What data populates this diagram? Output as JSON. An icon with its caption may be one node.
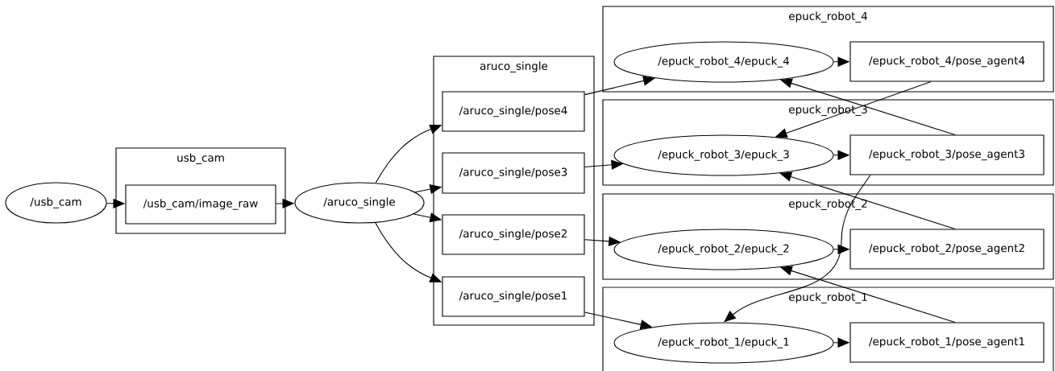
{
  "diagram": {
    "nodes": [
      {
        "text": [
          "/usb_cam"
        ]
      },
      {
        "text": [
          "usb_cam"
        ]
      },
      {
        "text": [
          "/usb_cam/image_raw"
        ],
        "in": 1
      },
      {
        "text": [
          "/aruco_single"
        ]
      },
      {
        "text": [
          "aruco_single"
        ]
      },
      {
        "text": [
          "/aruco_single/pose4"
        ],
        "in": 4
      },
      {
        "text": [
          "/aruco_single/pose3"
        ],
        "in": 4
      },
      {
        "text": [
          "/aruco_single/pose2"
        ],
        "in": 4
      },
      {
        "text": [
          "/aruco_single/pose1"
        ],
        "in": 4
      },
      {
        "text": [
          "epuck_robot_4"
        ]
      },
      {
        "text": [
          "/epuck_robot_4/epuck_4"
        ],
        "in": 9
      },
      {
        "text": [
          "/epuck_robot_4/pose_agent4"
        ],
        "in": 9
      },
      {
        "text": [
          "epuck_robot_3"
        ]
      },
      {
        "text": [
          "/epuck_robot_3/epuck_3"
        ],
        "in": 12
      },
      {
        "text": [
          "/epuck_robot_3/pose_agent3"
        ],
        "in": 12
      },
      {
        "text": [
          "epuck_robot_2"
        ]
      },
      {
        "text": [
          "/epuck_robot_2/epuck_2"
        ],
        "in": 15
      },
      {
        "text": [
          "/epuck_robot_2/pose_agent2"
        ],
        "in": 15
      },
      {
        "text": [
          "epuck_robot_1"
        ]
      },
      {
        "text": [
          "/epuck_robot_1/epuck_1"
        ],
        "in": 18
      },
      {
        "text": [
          "/epuck_robot_1/pose_agent1"
        ],
        "in": 18
      }
    ],
    "edges": [
      {
        "from": 0,
        "to": 2,
        "arrow": "to"
      },
      {
        "from": 2,
        "to": 3,
        "arrow": "to"
      },
      {
        "from": 3,
        "to": 5,
        "arrow": "to"
      },
      {
        "from": 3,
        "to": 6,
        "arrow": "to"
      },
      {
        "from": 3,
        "to": 7,
        "arrow": "to"
      },
      {
        "from": 3,
        "to": 8,
        "arrow": "to"
      },
      {
        "from": 5,
        "to": 10,
        "arrow": "to"
      },
      {
        "from": 6,
        "to": 13,
        "arrow": "to"
      },
      {
        "from": 7,
        "to": 16,
        "arrow": "to"
      },
      {
        "from": 8,
        "to": 19,
        "arrow": "to"
      },
      {
        "from": 10,
        "to": 11,
        "arrow": "to"
      },
      {
        "from": 13,
        "to": 14,
        "arrow": "to"
      },
      {
        "from": 16,
        "to": 17,
        "arrow": "to"
      },
      {
        "from": 19,
        "to": 20,
        "arrow": "to"
      },
      {
        "from": 11,
        "to": 13,
        "arrow": "to"
      },
      {
        "from": 14,
        "to": 10,
        "arrow": "to"
      },
      {
        "from": 14,
        "to": 19,
        "arrow": "to"
      },
      {
        "from": 17,
        "to": 13,
        "arrow": "to"
      },
      {
        "from": 20,
        "to": 16,
        "arrow": "to"
      }
    ]
  }
}
